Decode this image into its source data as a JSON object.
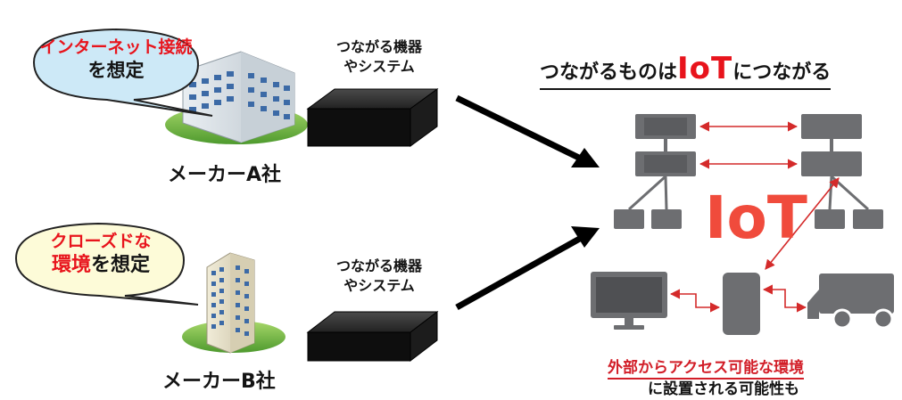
{
  "company_a": {
    "bubble_line1": "インターネット接続",
    "bubble_line2": "を想定",
    "label": "メーカーA社"
  },
  "company_b": {
    "bubble_line1": "クローズドな",
    "bubble_line2_red": "環境",
    "bubble_line2_dark": "を想定",
    "label": "メーカーB社"
  },
  "device_a": {
    "line1": "つながる機器",
    "line2": "やシステム"
  },
  "device_b": {
    "line1": "つながる機器",
    "line2": "やシステム"
  },
  "iot_section": {
    "title_prefix": "つながるものは",
    "title_iot": "IoT",
    "title_suffix": "につながる",
    "iot_label": "IoT",
    "bottom_line1": "外部からアクセス可能な環境",
    "bottom_line2": "に設置される可能性も"
  },
  "colors": {
    "accent_red": "#e8141c",
    "bubble_a": "#cde9f7",
    "bubble_b": "#fdfbd8",
    "network_gray": "#6d6e71",
    "link_red": "#d42a2a"
  }
}
